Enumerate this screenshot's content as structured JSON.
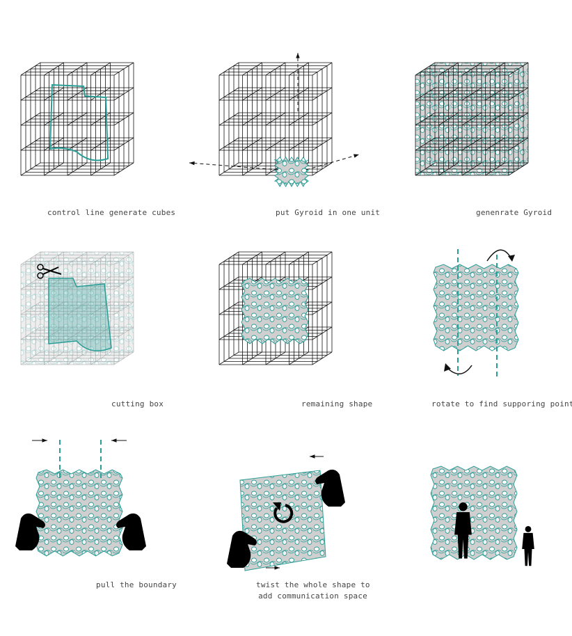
{
  "colors": {
    "accent": "#2a9d96",
    "line": "#111111",
    "gyroid": "#c9c9c9"
  },
  "steps": [
    {
      "caption": "control line generate cubes"
    },
    {
      "caption": "put Gyroid in one unit"
    },
    {
      "caption": "genenrate Gyroid"
    },
    {
      "caption": "cutting box"
    },
    {
      "caption": "remaining shape"
    },
    {
      "caption": "rotate to find supporing point"
    },
    {
      "caption": "pull the boundary"
    },
    {
      "caption_line1": "twist the whole shape to",
      "caption_line2": "add communication space"
    },
    {
      "caption": ""
    }
  ],
  "icons": [
    "scissors-icon",
    "hand-icon",
    "rotate-arrow-icon",
    "person-silhouette-icon"
  ]
}
